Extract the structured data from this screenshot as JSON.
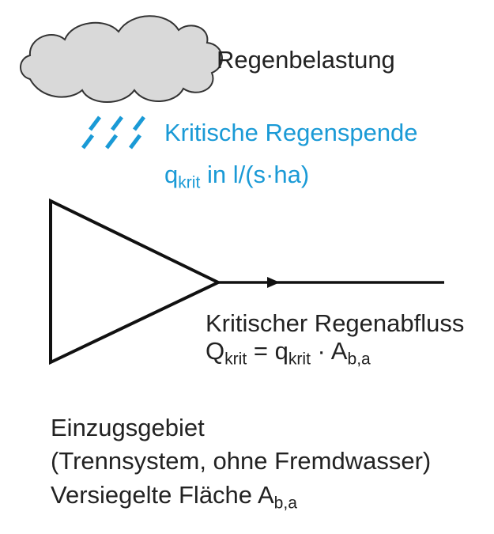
{
  "colors": {
    "text": "#222222",
    "accent": "#1a9ad6",
    "cloud_fill": "#d9d9d9",
    "cloud_stroke": "#333333",
    "line": "#111111"
  },
  "labels": {
    "rain_load": "Regenbelastung",
    "critical_rain_intensity": {
      "title": "Kritische Regenspende",
      "symbol": "q",
      "symbol_sub": "krit",
      "unit": " in l/(s·ha)"
    },
    "critical_runoff": {
      "title": "Kritischer Regenabfluss",
      "lhs": "Q",
      "lhs_sub": "krit",
      "eq": " = ",
      "q": "q",
      "q_sub": "krit",
      "dot": " · ",
      "a": "A",
      "a_sub": "b,a"
    },
    "catchment": {
      "line1": "Einzugsgebiet",
      "line2": "(Trennsystem, ohne Fremdwasser)",
      "line3_text": "Versiegelte Fläche ",
      "line3_symbol": "A",
      "line3_sub": "b,a"
    }
  },
  "icons": {
    "cloud": "cloud-icon",
    "rain": "rain-drops-icon"
  }
}
